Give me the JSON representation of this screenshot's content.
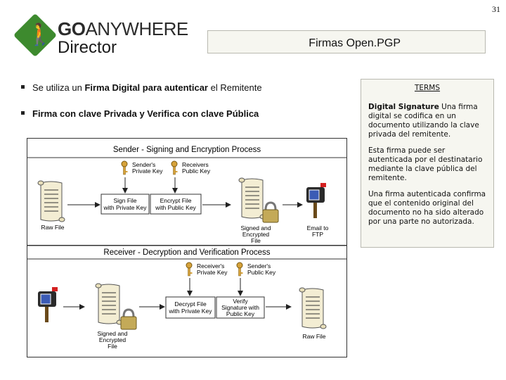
{
  "page_number": "31",
  "logo": {
    "brand_go": "GO",
    "brand_rest": "ANYWHERE",
    "product": "Director"
  },
  "title": "Firmas Open.PGP",
  "bullets": [
    {
      "pre": "Se utiliza un ",
      "bold": "Firma Digital para autenticar",
      "post": " el Remitente"
    },
    {
      "pre": "",
      "bold": "Firma con clave Privada y Verifica con clave Pública",
      "post": ""
    }
  ],
  "diagram": {
    "sender_header": "Sender - Signing and Encryption Process",
    "receiver_header": "Receiver - Decryption and Verification Process",
    "sender": {
      "key1": [
        "Sender's",
        "Private Key"
      ],
      "key2": [
        "Receivers",
        "Public Key"
      ],
      "raw_file": "Raw File",
      "sign_box": [
        "Sign File",
        "with Private Key"
      ],
      "encrypt_box": [
        "Encrypt File",
        "with Public Key"
      ],
      "signed": [
        "Signed and",
        "Encrypted",
        "File"
      ],
      "email": [
        "Email to",
        "FTP"
      ]
    },
    "receiver": {
      "key1": [
        "Receiver's",
        "Private Key"
      ],
      "key2": [
        "Sender's",
        "Public Key"
      ],
      "signed": [
        "Signed and",
        "Encrypted",
        "File"
      ],
      "decrypt_box": [
        "Decrypt File",
        "with Private Key"
      ],
      "verify_box": [
        "Verify",
        "Signature with",
        "Public Key"
      ],
      "raw_file": "Raw File"
    }
  },
  "terms": {
    "title": "TERMS",
    "p1_bold": "Digital Signature",
    "p1_text": " Una firma digital se codifica en un documento utilizando la clave privada del remitente.",
    "p2": "Esta firma puede ser autenticada por el destinatario mediante la clave pública del remitente.",
    "p3": "Una firma autenticada confirma que el contenido original del documento no ha sido alterado por una parte no autorizada."
  }
}
